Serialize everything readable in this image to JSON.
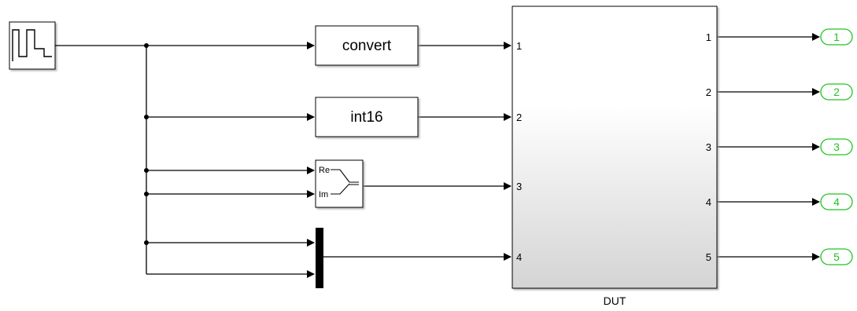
{
  "blocks": {
    "convert": {
      "label": "convert"
    },
    "int16": {
      "label": "int16"
    },
    "complex": {
      "re_label": "Re",
      "im_label": "Im"
    },
    "dut": {
      "name": "DUT",
      "in_ports": [
        "1",
        "2",
        "3",
        "4"
      ],
      "out_ports": [
        "1",
        "2",
        "3",
        "4",
        "5"
      ]
    },
    "outports": [
      "1",
      "2",
      "3",
      "4",
      "5"
    ]
  },
  "colors": {
    "line": "#000000",
    "outport_border": "#22c322",
    "outport_text": "#22c322",
    "block_shadow": "#b8b8b8"
  },
  "icons": {
    "source": "pulse-generator-icon",
    "complex": "real-imag-to-complex-icon",
    "mux": "mux-bar-icon"
  }
}
